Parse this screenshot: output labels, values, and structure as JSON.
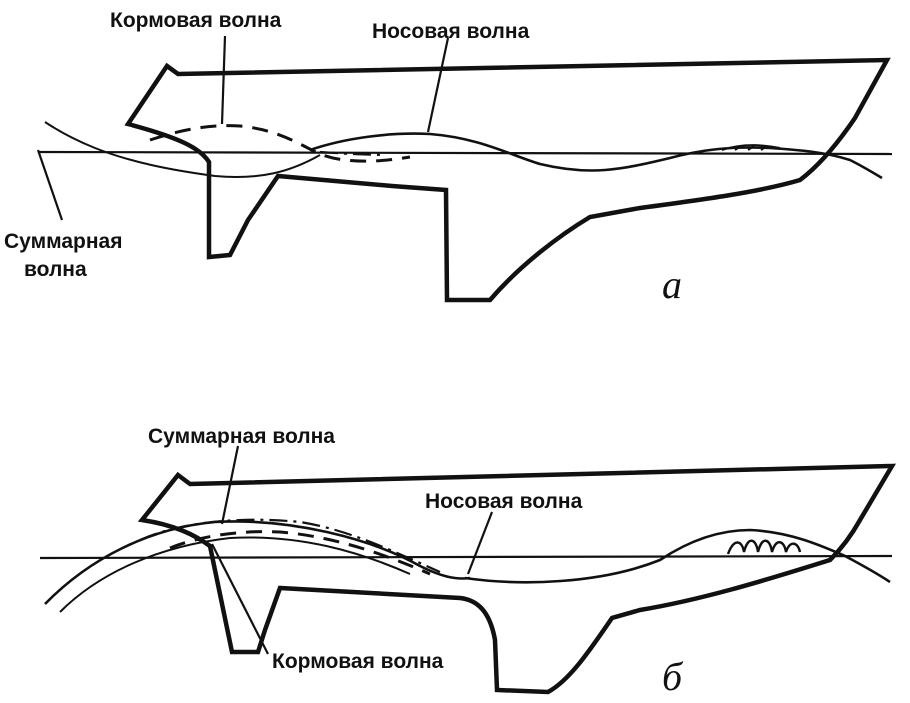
{
  "panel_a": {
    "letter": "а",
    "stern_wave_label": "Кормовая волна",
    "bow_wave_label": "Носовая волна",
    "sum_wave_label_line1": "Суммарная",
    "sum_wave_label_line2": "волна"
  },
  "panel_b": {
    "letter": "б",
    "sum_wave_label": "Суммарная волна",
    "bow_wave_label": "Носовая волна",
    "stern_wave_label": "Кормовая волна"
  },
  "colors": {
    "ink": "#111111",
    "background": "#ffffff"
  }
}
